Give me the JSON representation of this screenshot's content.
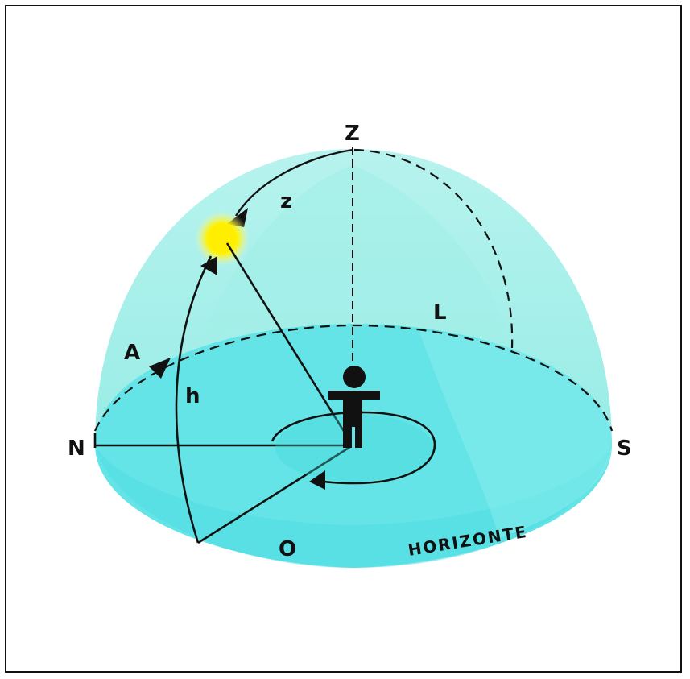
{
  "labels": {
    "zenith": "Z",
    "zenith_angle": "z",
    "azimuth": "A",
    "altitude": "h",
    "east": "L",
    "north": "N",
    "south": "S",
    "west": "O",
    "horizon": "HORIZONTE"
  },
  "colors": {
    "dome": "#a8efe9",
    "dome_shade": "#8ee6e6",
    "horizon_disk": "#5fe3e6",
    "horizon_disk_far": "#7ee9ec",
    "sun": "#ffee00",
    "lines": "#111111"
  }
}
